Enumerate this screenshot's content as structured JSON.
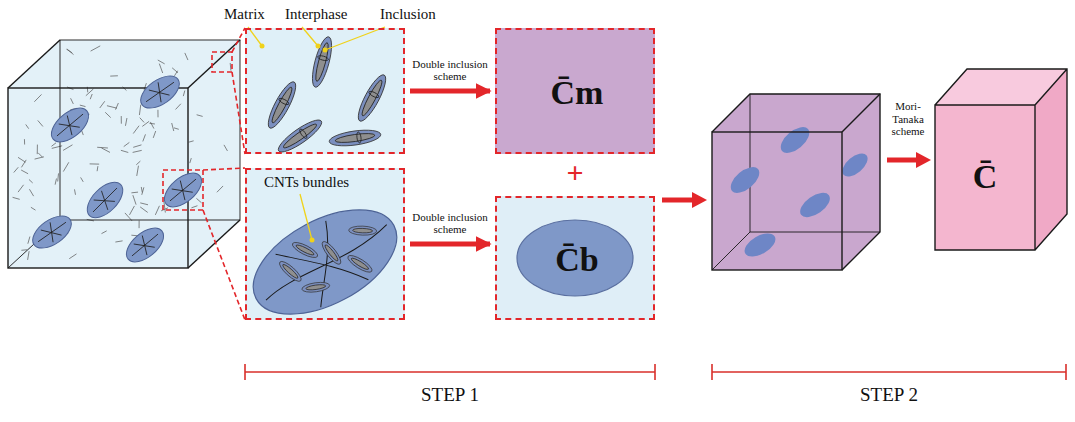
{
  "diagram": {
    "nodes": [
      {
        "text": [
          "Matrix",
          "Interphase",
          "Inclusion"
        ]
      },
      {
        "text": [
          "CNTs bundles"
        ]
      },
      {
        "text": [
          "C̄m"
        ]
      },
      {
        "text": [
          "C̄b"
        ]
      },
      {
        "text": [
          "C̄"
        ]
      }
    ],
    "edges": [
      {
        "from": 0,
        "to": 2,
        "arrow": "to",
        "label": "Double inclusion scheme"
      },
      {
        "from": 1,
        "to": 3,
        "arrow": "to",
        "label": "Double inclusion scheme"
      }
    ],
    "labels": [
      "+",
      "Mori-Tanaka scheme",
      "STEP 1",
      "STEP 2"
    ]
  }
}
